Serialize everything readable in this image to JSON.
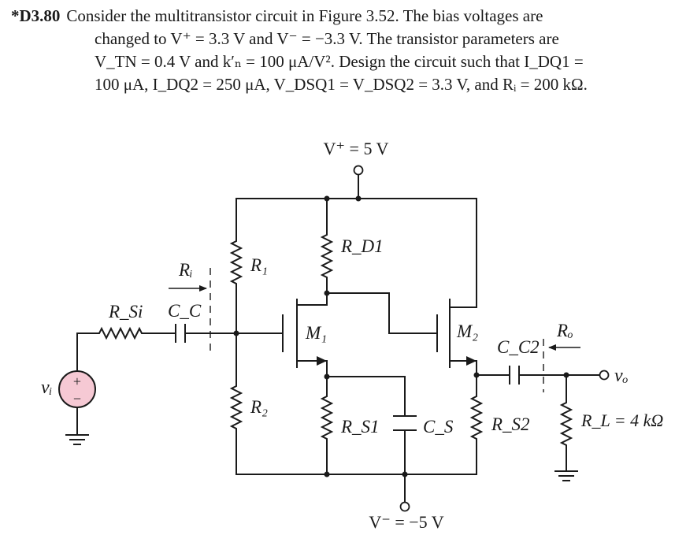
{
  "problem": {
    "number": "*D3.80",
    "lines": [
      "Consider the multitransistor circuit in Figure 3.52. The bias voltages are",
      "changed to V⁺ = 3.3 V and V⁻ = −3.3 V. The transistor parameters are",
      "V_TN = 0.4 V and k′ₙ = 100 μA/V². Design the circuit such that I_DQ1 =",
      "100 μA, I_DQ2 = 250 μA, V_DSQ1 = V_DSQ2 = 3.3 V, and Rᵢ = 200 kΩ."
    ]
  },
  "circuit": {
    "vplus": "V⁺ = 5 V",
    "vminus": "V⁻ = −5 V",
    "vi": "vᵢ",
    "vo": "vₒ",
    "rsi": "R_Si",
    "cc": "C_C",
    "ri": "Rᵢ",
    "r1": "R₁",
    "r2": "R₂",
    "rd1": "R_D1",
    "m1": "M₁",
    "m2": "M₂",
    "rs1": "R_S1",
    "cs": "C_S",
    "rs2": "R_S2",
    "cc2": "C_C2",
    "ro": "Rₒ",
    "rl": "R_L = 4 kΩ",
    "src_plus": "+",
    "src_minus": "−"
  }
}
